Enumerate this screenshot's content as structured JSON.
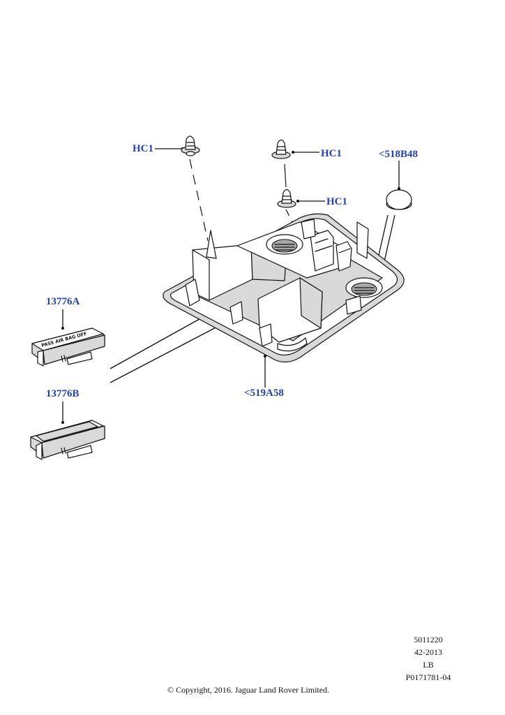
{
  "callouts": {
    "hc1_left": "HC1",
    "hc1_right_top": "HC1",
    "hc1_right_mid": "HC1",
    "part_518b48": "<518B48",
    "part_13776a": "13776A",
    "part_13776b": "13776B",
    "part_519a58": "<519A58"
  },
  "switch_text": "PASS AIR BAG OFF",
  "meta": {
    "line1": "5011220",
    "line2": "42-2013",
    "line3": "LB",
    "line4": "P0171781-04",
    "copyright": "© Copyright, 2016. Jaguar Land Rover Limited."
  },
  "colors": {
    "callout": "#1f3fbf",
    "line": "#111111",
    "shade": "#d9d9d9"
  }
}
